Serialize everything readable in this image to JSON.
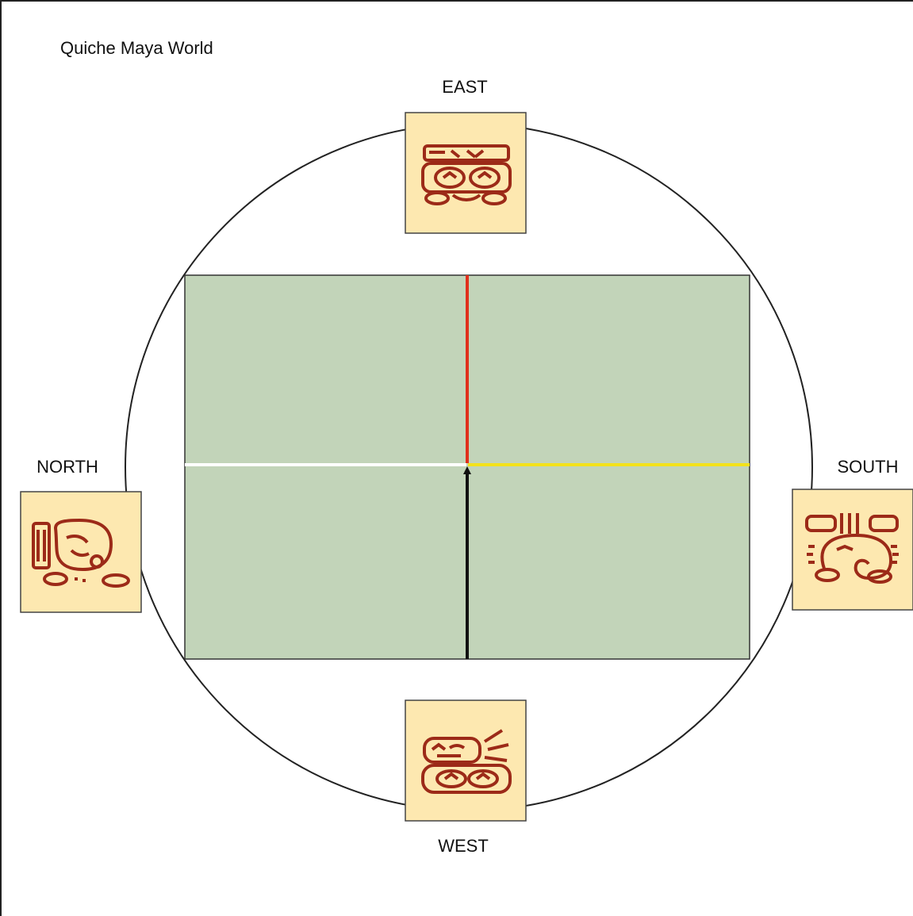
{
  "title": "Quiche Maya World",
  "directions": {
    "east": {
      "label": "EAST",
      "glyph": "east-glyph-icon"
    },
    "north": {
      "label": "NORTH",
      "glyph": "north-glyph-icon"
    },
    "south": {
      "label": "SOUTH",
      "glyph": "south-glyph-icon"
    },
    "west": {
      "label": "WEST",
      "glyph": "west-glyph-icon"
    }
  },
  "colors": {
    "world_plane": "#c2d4b9",
    "glyph_tile": "#fde8b0",
    "glyph_ink": "#9c2a18",
    "east_axis": "#e0301c",
    "north_axis": "#ffffff",
    "south_axis": "#f3e21b",
    "west_axis": "#111111"
  }
}
